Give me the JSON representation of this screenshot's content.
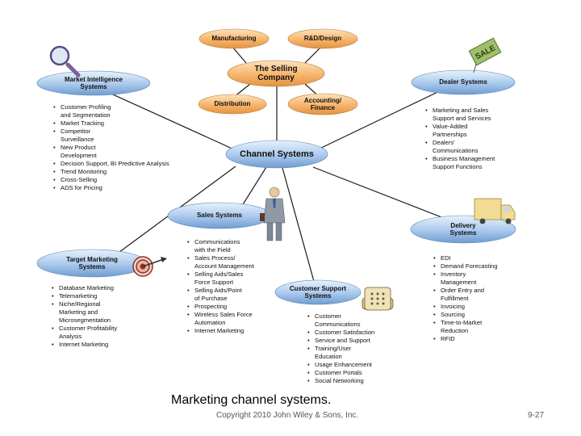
{
  "nodes": {
    "manufacturing": "Manufacturing",
    "rd_design": "R&D/Design",
    "selling_company": [
      "The Selling",
      "Company"
    ],
    "distribution": "Distribution",
    "accounting_finance": [
      "Accounting/",
      "Finance"
    ],
    "channel_systems": "Channel Systems",
    "market_intelligence": [
      "Market Intelligence",
      "Systems"
    ],
    "dealer_systems": "Dealer Systems",
    "sales_systems": "Sales Systems",
    "delivery_systems": [
      "Delivery",
      "Systems"
    ],
    "target_marketing": [
      "Target Marketing",
      "Systems"
    ],
    "customer_support": [
      "Customer Support",
      "Systems"
    ]
  },
  "sign_text": "SALE",
  "lists": {
    "market_intelligence": [
      "Customer Profiling\nand Segmentation",
      "Market Tracking",
      "Competitor\nSurveillance",
      "New Product\nDevelopment",
      "Decision Support, BI Predictive Analysis",
      "Trend Monitoring",
      "Cross-Selling",
      "ADS for Pricing"
    ],
    "dealer": [
      "Marketing and Sales\nSupport and Services",
      "Value-Added\nPartnerships",
      "Dealers'\nCommunications",
      "Business Management\nSupport Functions"
    ],
    "sales": [
      "Communications\nwith the Field",
      "Sales Process/\nAccount Management",
      "Selling Aids/Sales\nForce Support",
      "Selling Aids/Point\nof Purchase",
      "Prospecting",
      "Wireless Sales Force\nAutomation",
      "Internet Marketing"
    ],
    "delivery": [
      "EDI",
      "Demand Forecasting",
      "Inventory\nManagement",
      "Order Entry and\nFulfillment",
      "Invoicing",
      "Sourcing",
      "Time-to-Market\nReduction",
      "RFID"
    ],
    "target_marketing": [
      "Database Marketing",
      "Telemarketing",
      "Niche/Regional\nMarketing and\nMicrosegmentation",
      "Customer Profitability\nAnalysis",
      "Internet Marketing"
    ],
    "customer_support": [
      "Customer\nCommunications",
      "Customer Satisfaction",
      "Service and Support",
      "Training/User\nEducation",
      "Usage Enhancement",
      "Customer Portals",
      "Social Networking"
    ]
  },
  "caption": "Marketing channel systems.",
  "copyright": "Copyright 2010 John Wiley & Sons, Inc.",
  "page_number": "9-27",
  "colors": {
    "orange": "#f7b46b",
    "blue": "#a8c8ec",
    "line": "#1a1a1a"
  }
}
